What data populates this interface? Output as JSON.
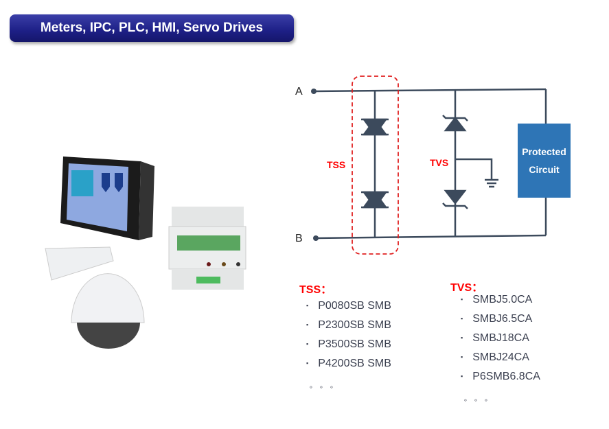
{
  "title": "Meters, IPC, PLC, HMI, Servo Drives",
  "diagram": {
    "node_a": "A",
    "node_b": "B",
    "tss_label": "TSS",
    "tvs_label": "TVS",
    "protected_circuit": "Protected Circuit"
  },
  "tss_list": {
    "heading": "TSS：",
    "items": [
      "P0080SB SMB",
      "P2300SB SMB",
      "P3500SB SMB",
      "P4200SB SMB"
    ],
    "more": "。。。"
  },
  "tvs_list": {
    "heading": "TVS：",
    "items": [
      "SMBJ5.0CA",
      "SMBJ6.5CA",
      "SMBJ18CA",
      "SMBJ24CA",
      "P6SMB6.8CA"
    ],
    "more": "。。。"
  },
  "colors": {
    "banner": "#1d1f86",
    "wire": "#3c4a5c",
    "accent": "#ff0000",
    "box": "#2e75b6"
  }
}
